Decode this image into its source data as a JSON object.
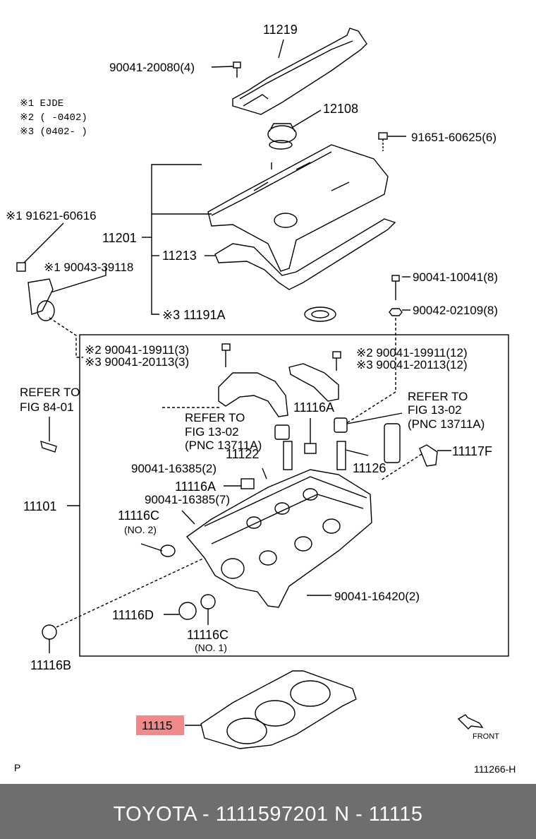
{
  "legend": {
    "l1": "※1 EJDE",
    "l2": "※2 (      -0402)",
    "l3": "※3 (0402-      )"
  },
  "labels": {
    "p11219": "11219",
    "p90041_20080": "90041-20080(4)",
    "p12108": "12108",
    "p91651": "91651-60625(6)",
    "p91621": "※1 91621-60616",
    "p11201": "11201",
    "p11213": "11213",
    "p90043": "※1 90043-39118",
    "p90041_10041": "90041-10041(8)",
    "p11191A": "※3 11191A",
    "p90042": "90042-02109(8)",
    "p19911_3": "※2 90041-19911(3)",
    "p20113_3": "※3 90041-20113(3)",
    "p19911_12": "※2 90041-19911(12)",
    "p20113_12": "※3 90041-20113(12)",
    "refer_8401_a": "REFER TO",
    "refer_8401_b": "FIG 84-01",
    "refer_1302_a": "REFER TO",
    "refer_1302_b": "FIG 13-02",
    "refer_1302_c": "(PNC 13711A)",
    "refer2_1302_a": "REFER TO",
    "refer2_1302_b": "FIG 13-02",
    "refer2_1302_c": "(PNC 13711A)",
    "p11116A_top": "11116A",
    "p11122": "11122",
    "p11126": "11126",
    "p11117F": "11117F",
    "p16385_2": "90041-16385(2)",
    "p11116A_mid": "11116A",
    "p16385_7": "90041-16385(7)",
    "p11101": "11101",
    "p11116C_no2": "11116C",
    "no2": "(NO. 2)",
    "p16420": "90041-16420(2)",
    "p11116D": "11116D",
    "p11116C_no1": "11116C",
    "no1": "(NO. 1)",
    "p11116B": "11116B",
    "p11115": "11115",
    "front": "FRONT",
    "corner_p": "P",
    "diagram_code": "111266-H"
  },
  "footer": {
    "text": "TOYOTA - 1111597201     N - 11115"
  },
  "colors": {
    "highlight": "#f08a8a",
    "footer_bg": "#6e6e6e",
    "footer_text": "#ffffff"
  }
}
